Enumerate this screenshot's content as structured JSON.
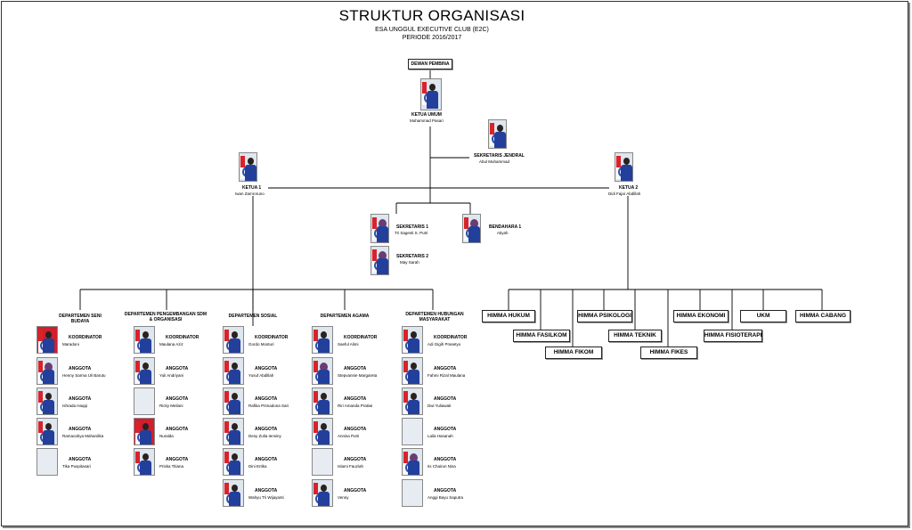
{
  "header": {
    "title": "STRUKTUR ORGANISASI",
    "org": "ESA UNGGUL EXECUTIVE CLUB (E2C)",
    "period": "PERIODE 2016/2017"
  },
  "top": {
    "dewan": "DEWAN PEMBINA",
    "ketua_umum": {
      "role": "KETUA UMUM",
      "name": "Muhammad Pasari"
    },
    "sekjen": {
      "role": "SEKRETARIS JENDRAL",
      "name": "Abul Muhammad"
    },
    "ketua1": {
      "role": "KETUA 1",
      "name": "Iwan Zamroruno"
    },
    "ketua2": {
      "role": "KETUA 2",
      "name": "Didi Fajar Abdillah"
    },
    "sekretaris1": {
      "role": "SEKRETARIS 1",
      "name": "Tri Sagesti S. Putri"
    },
    "sekretaris2": {
      "role": "SEKRETARIS 2",
      "name": "May Sarah"
    },
    "bendahara1": {
      "role": "BENDAHARA 1",
      "name": "Atiyah"
    }
  },
  "departments": [
    {
      "title": "DEPARTEMEN SENI BUDAYA",
      "members": [
        {
          "role": "KOORDINATOR",
          "name": "Maradoni",
          "photo": "red"
        },
        {
          "role": "ANGGOTA",
          "name": "Henny Sarma Uli Barutu",
          "photo": "hijab"
        },
        {
          "role": "ANGGOTA",
          "name": "Ishrada Haqqi",
          "photo": "normal"
        },
        {
          "role": "ANGGOTA",
          "name": "Ramacahya Mahardika",
          "photo": "normal"
        },
        {
          "role": "ANGGOTA",
          "name": "Tika Puspitasari",
          "photo": "empty"
        }
      ]
    },
    {
      "title": "DEPARTEMEN PENGEMBANGAN SDM & ORGANISASI",
      "members": [
        {
          "role": "KOORDINATOR",
          "name": "Maulana Aziz",
          "photo": "normal"
        },
        {
          "role": "ANGGOTA",
          "name": "Yuli Andriyani",
          "photo": "normal"
        },
        {
          "role": "ANGGOTA",
          "name": "Ricky Meilani",
          "photo": "empty"
        },
        {
          "role": "ANGGOTA",
          "name": "Nuralda",
          "photo": "red"
        },
        {
          "role": "ANGGOTA",
          "name": "Priska Titiana",
          "photo": "normal"
        }
      ]
    },
    {
      "title": "DEPARTEMEN SOSIAL",
      "members": [
        {
          "role": "KOORDINATOR",
          "name": "Gordo Mosturi",
          "photo": "normal"
        },
        {
          "role": "ANGGOTA",
          "name": "Yusuf Abdillah",
          "photo": "normal"
        },
        {
          "role": "ANGGOTA",
          "name": "Rafika Primadona Sari",
          "photo": "normal"
        },
        {
          "role": "ANGGOTA",
          "name": "Desy Zulia Iensiny",
          "photo": "normal"
        },
        {
          "role": "ANGGOTA",
          "name": "Dini Ertika",
          "photo": "normal"
        },
        {
          "role": "ANGGOTA",
          "name": "Wahyu Tri Wijayanti",
          "photo": "normal"
        }
      ]
    },
    {
      "title": "DEPARTEMEN AGAMA",
      "members": [
        {
          "role": "KOORDINATOR",
          "name": "Saeful Alimi",
          "photo": "normal"
        },
        {
          "role": "ANGGOTA",
          "name": "Stepvannie Margareta",
          "photo": "hijab"
        },
        {
          "role": "ANGGOTA",
          "name": "Riri Amanda Pratiwi",
          "photo": "normal"
        },
        {
          "role": "ANGGOTA",
          "name": "Annisa Putri",
          "photo": "normal"
        },
        {
          "role": "ANGGOTA",
          "name": "Islami Fauziah",
          "photo": "empty"
        },
        {
          "role": "ANGGOTA",
          "name": "Venny",
          "photo": "normal"
        }
      ]
    },
    {
      "title": "DEPARTEMEN HUBUNGAN MASYARAKAT",
      "members": [
        {
          "role": "KOORDINATOR",
          "name": "Adi Gigih Prasetyo",
          "photo": "normal"
        },
        {
          "role": "ANGGOTA",
          "name": "Fahmi Rizal Maulana",
          "photo": "normal"
        },
        {
          "role": "ANGGOTA",
          "name": "Dwi Yuliawati",
          "photo": "normal"
        },
        {
          "role": "ANGGOTA",
          "name": "Laila Hasanah",
          "photo": "empty"
        },
        {
          "role": "ANGGOTA",
          "name": "Iis Chairun Nisa",
          "photo": "hijab"
        },
        {
          "role": "ANGGOTA",
          "name": "Anggi Bayu Saputra",
          "photo": "empty"
        }
      ]
    }
  ],
  "himma": {
    "hukum": "HIMMA HUKUM",
    "fasilkom": "HIMMA FASILKOM",
    "fikom": "HIMMA FIKOM",
    "psikologi": "HIMMA PSIKOLOGI",
    "teknik": "HIMMA TEKNIK",
    "fikes": "HIMMA FIKES",
    "ekonomi": "HIMMA EKONOMI",
    "fisioterapi": "HIMMA FISIOTERAPI",
    "ukm": "UKM",
    "cabang": "HIMMA CABANG"
  }
}
